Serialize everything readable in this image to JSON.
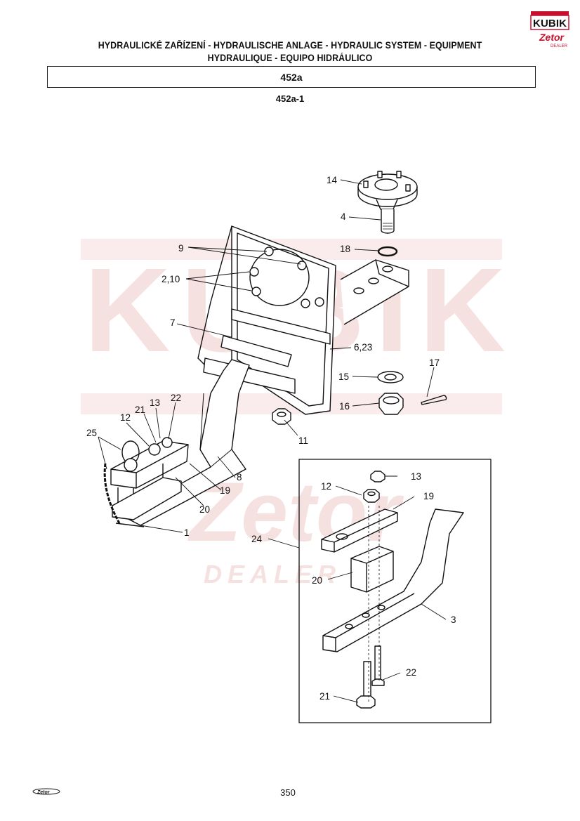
{
  "header": {
    "title_line1": "HYDRAULICKÉ ZAŘÍZENÍ - HYDRAULISCHE ANLAGE - HYDRAULIC SYSTEM - EQUIPMENT",
    "title_line2": "HYDRAULIQUE - EQUIPO HIDRÁULICO",
    "section_code": "452a",
    "figure_label": "452a-1"
  },
  "logo": {
    "brand_top": "KUBIK",
    "brand_mid": "Zetor",
    "brand_bottom": "DEALER"
  },
  "watermark": {
    "text_main": "KUBIK",
    "text_sub": "Zetor",
    "text_dealer": "DEALER"
  },
  "footer": {
    "page_number": "350",
    "brand_mark": "Zetor"
  },
  "callouts": {
    "c14": "14",
    "c4": "4",
    "c18": "18",
    "c9": "9",
    "c2_10": "2,10",
    "c7": "7",
    "c6_23": "6,23",
    "c15": "15",
    "c17": "17",
    "c16": "16",
    "c11": "11",
    "c13": "13",
    "c22": "22",
    "c21": "21",
    "c12": "12",
    "c25": "25",
    "c8": "8",
    "c19": "19",
    "c20": "20",
    "c1": "1",
    "d13": "13",
    "d12": "12",
    "d19": "19",
    "d24": "24",
    "d20": "20",
    "d3": "3",
    "d22": "22",
    "d21": "21"
  },
  "colors": {
    "watermark": "#f3dada",
    "brand_red": "#c8102e",
    "ink": "#111111"
  }
}
